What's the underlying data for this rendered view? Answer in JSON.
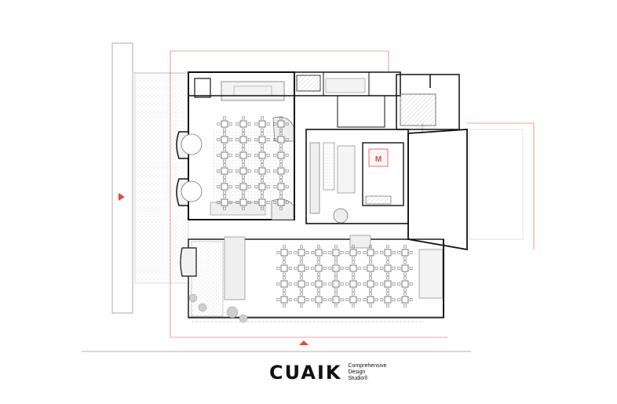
{
  "plan": {
    "elevator_label": "M",
    "colors": {
      "wall": "#111111",
      "line": "#7a7a7a",
      "faint": "#bdbdbd",
      "annotation": "#e8493f",
      "hatch": "#d8d8d8"
    },
    "icons": {
      "entrance_marker": "triangle-arrow-icon",
      "elevator": "elevator-icon"
    }
  },
  "brand": {
    "name": "CUAIK",
    "tagline_lines": [
      "Comprehensive",
      "Design",
      "Studio®"
    ]
  }
}
